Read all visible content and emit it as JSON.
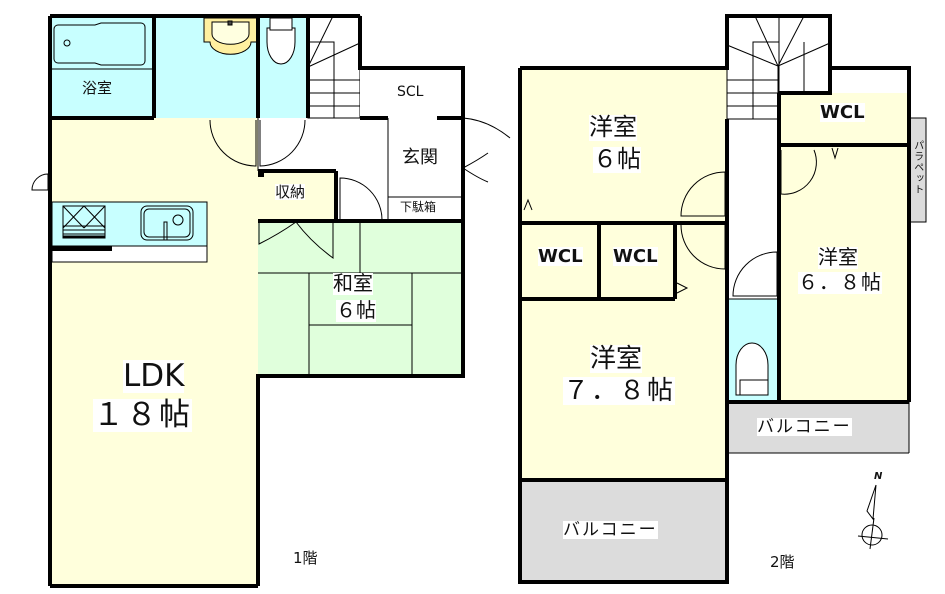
{
  "floor1": {
    "caption": "1階",
    "rooms": {
      "bath": "浴室",
      "storage": "収納",
      "scl": "SCL",
      "entrance": "玄関",
      "shoe_box": "下駄箱",
      "japanese_room_name": "和室",
      "japanese_room_size": "６帖",
      "ldk_name": "LDK",
      "ldk_size": "１８帖"
    }
  },
  "floor2": {
    "caption": "2階",
    "rooms": {
      "western1_name": "洋室",
      "western1_size": "６帖",
      "wcl_a": "WCL",
      "wcl_b": "WCL",
      "wcl_c": "WCL",
      "western2_name": "洋室",
      "western2_size": "６．８帖",
      "western3_name": "洋室",
      "western3_size": "７．８帖",
      "balcony_small": "バルコニー",
      "balcony_large": "バルコニー",
      "parapet": "パラペット"
    }
  },
  "compass": {
    "north_label": "N"
  },
  "colors": {
    "wall": "#000000",
    "wet_area": "#c8ffff",
    "living": "#ffffdc",
    "tatami": "#e0ffdc",
    "balcony": "#dcdcdc",
    "fixture": "#fff0a0"
  }
}
